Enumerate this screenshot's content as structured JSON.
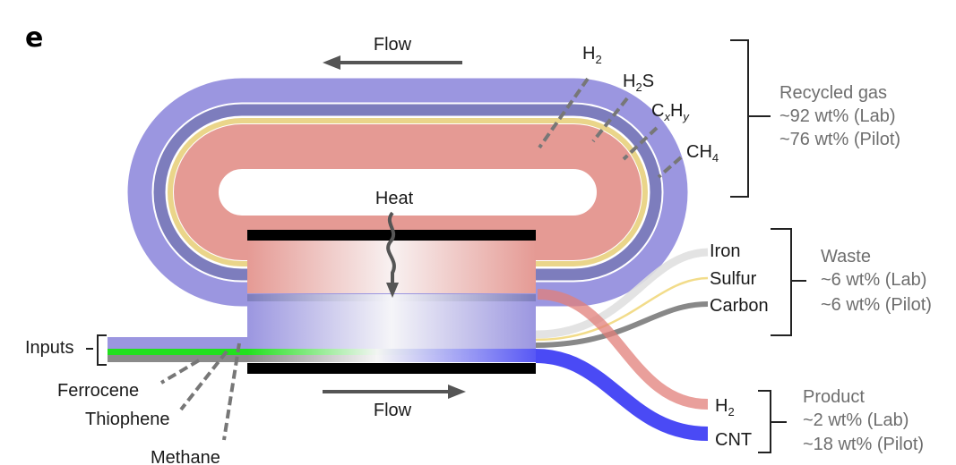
{
  "panel_label": "e",
  "flow_top": {
    "label": "Flow",
    "direction": "left"
  },
  "flow_bottom": {
    "label": "Flow",
    "direction": "right"
  },
  "heat": {
    "label": "Heat"
  },
  "recycled_gas": {
    "species": [
      {
        "base": "H",
        "sub": "2",
        "rest": ""
      },
      {
        "base": "H",
        "sub": "2",
        "rest": "S"
      },
      {
        "base": "C",
        "sub": "x",
        "rest": "H",
        "sub2": "y"
      },
      {
        "base": "CH",
        "sub": "4",
        "rest": ""
      }
    ],
    "title": "Recycled gas",
    "lab": "~92 wt% (Lab)",
    "pilot": "~76 wt% (Pilot)"
  },
  "waste": {
    "items": [
      "Iron",
      "Sulfur",
      "Carbon"
    ],
    "title": "Waste",
    "lab": "~6 wt% (Lab)",
    "pilot": "~6 wt% (Pilot)"
  },
  "product": {
    "items": [
      {
        "base": "H",
        "sub": "2"
      },
      {
        "base": "CNT",
        "sub": ""
      }
    ],
    "title": "Product",
    "lab": "~2 wt% (Lab)",
    "pilot": "~18 wt% (Pilot)"
  },
  "inputs": {
    "label": "Inputs",
    "items": [
      "Ferrocene",
      "Thiophene",
      "Methane"
    ]
  },
  "colors": {
    "outer_band": "#9b96e0",
    "mid_band": "#7d7dbd",
    "sulfur_band": "#ead58a",
    "h2_band": "#e59a94",
    "iron_stream": "#e0e0e0",
    "carbon_stream": "#888888",
    "cnt_stream": "#4a4af5",
    "ferrocene_stream": "#22e01e",
    "reactor_wall": "#000000",
    "annotation_gray": "#6e6e6e"
  }
}
